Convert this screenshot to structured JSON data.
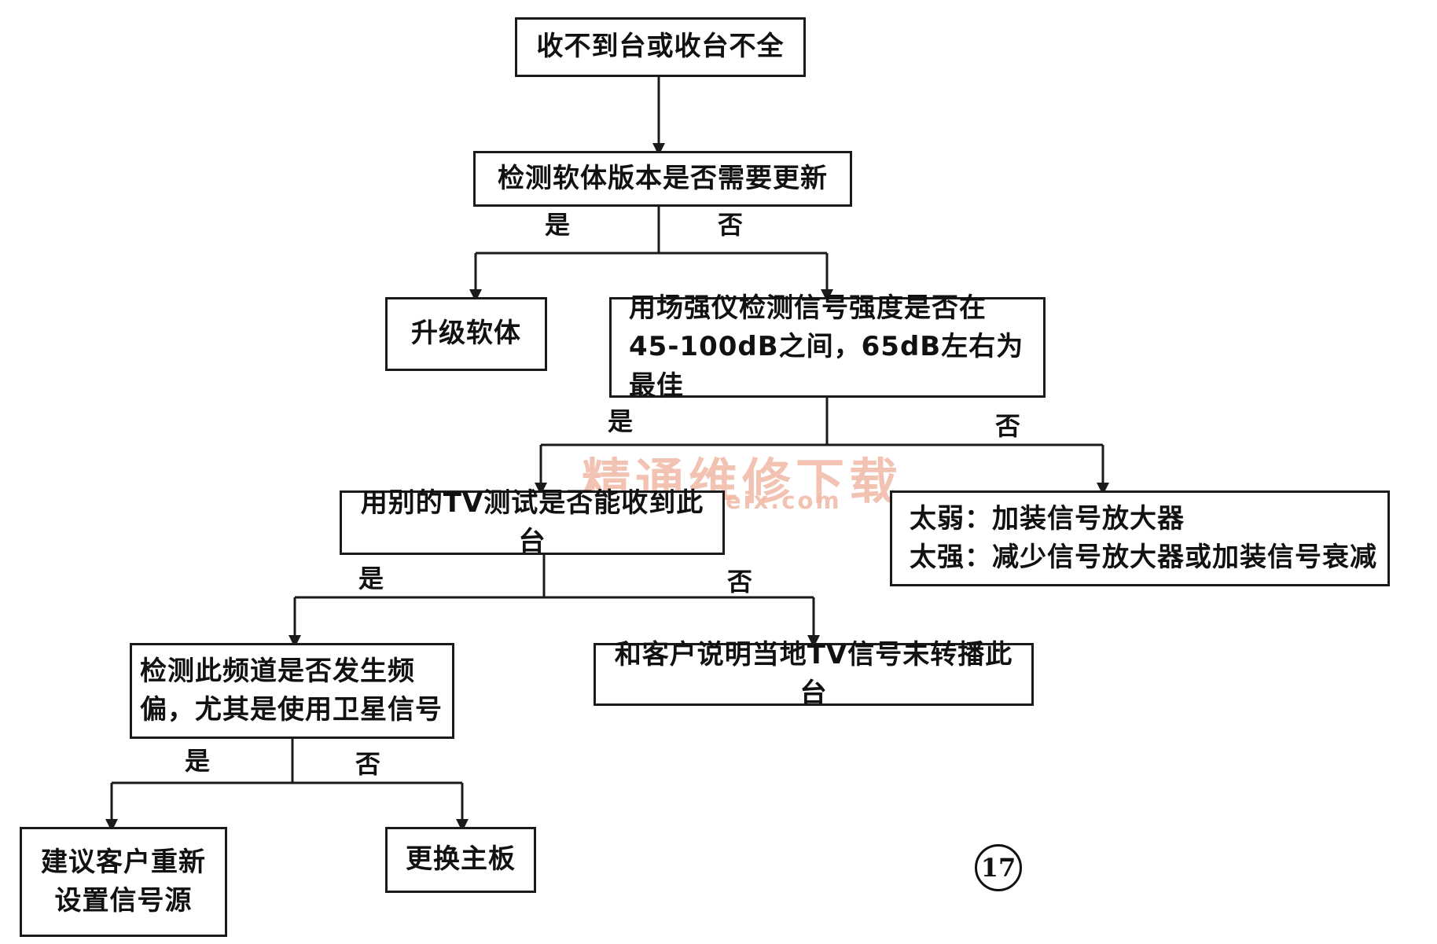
{
  "nodes": {
    "start": [
      "收不到台或收台不全"
    ],
    "check_software": [
      "检测软体版本是否需要更新"
    ],
    "upgrade_software": [
      "升级软体"
    ],
    "check_signal": [
      "用场强仪检测信号强度是否在",
      "45-100dB之间，65dB左右为最佳"
    ],
    "test_other_tv": [
      "用别的TV测试是否能收到此台"
    ],
    "signal_fix": [
      "太弱：加装信号放大器",
      "太强：减少信号放大器或加装信号衰减"
    ],
    "check_channel": [
      "检测此频道是否发生频",
      "偏，尤其是使用卫星信号"
    ],
    "explain_customer": [
      "和客户说明当地TV信号未转播此台"
    ],
    "suggest_reset": [
      "建议客户重新",
      "设置信号源"
    ],
    "replace_board": [
      "更换主板"
    ]
  },
  "branch_labels": {
    "yes": "是",
    "no": "否"
  },
  "watermark": {
    "title": "精通维修下载",
    "url": "www.gzweix.com"
  },
  "figure_number": "17",
  "colors": {
    "line": "#1a1a1a",
    "watermark": "#f0b9a6"
  }
}
